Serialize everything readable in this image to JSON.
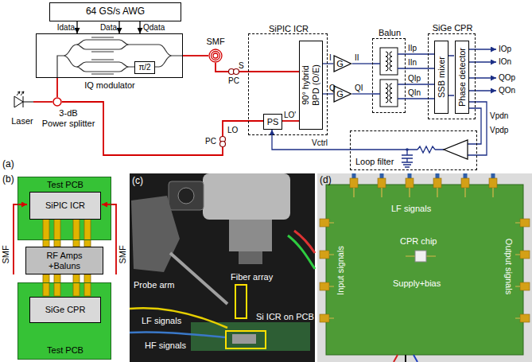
{
  "diagram": {
    "nodes": [
      {
        "text": [
          "64 GS/s AWG"
        ]
      },
      {
        "text": [
          "IQ modulator"
        ]
      },
      {
        "text": [
          "π/2"
        ],
        "in": 1
      },
      {
        "text": [
          "Laser"
        ]
      },
      {
        "text": [
          "3-dB",
          "Power splitter"
        ]
      },
      {
        "text": [
          "SMF"
        ]
      },
      {
        "text": [
          "SiPIC ICR"
        ]
      },
      {
        "text": [
          "PS"
        ],
        "in": 6
      },
      {
        "text": [
          "90° hybrid",
          "BPD (O/E)"
        ],
        "in": 6
      },
      {
        "text": [
          "G"
        ]
      },
      {
        "text": [
          "G"
        ]
      },
      {
        "text": [
          "Balun"
        ]
      },
      {
        "text": [
          "SiGe CPR"
        ]
      },
      {
        "text": [
          "SSB mixer"
        ],
        "in": 12
      },
      {
        "text": [
          "Phase detector"
        ],
        "in": 12
      },
      {
        "text": [
          "Loop filter"
        ]
      },
      {
        "text": [
          "Test PCB"
        ]
      },
      {
        "text": [
          "SiPIC ICR"
        ],
        "in": 16
      },
      {
        "text": [
          "RF Amps +Baluns"
        ]
      },
      {
        "text": [
          "Test PCB"
        ]
      },
      {
        "text": [
          "SiGe CPR"
        ],
        "in": 19
      }
    ],
    "edges": [
      {
        "from": 0,
        "to": 1,
        "label": "Idata",
        "arrow": "to"
      },
      {
        "from": 0,
        "to": 1,
        "label": "Data",
        "arrow": "to"
      },
      {
        "from": 0,
        "to": 1,
        "label": "Qdata",
        "arrow": "to"
      },
      {
        "from": 3,
        "to": 4,
        "arrow": "none"
      },
      {
        "from": 4,
        "to": 1,
        "arrow": "none"
      },
      {
        "from": 1,
        "to": 5,
        "arrow": "none"
      },
      {
        "from": 5,
        "to": 8,
        "label": "S",
        "arrow": "none"
      },
      {
        "from": 4,
        "to": 7,
        "label": "LO",
        "arrow": "none"
      },
      {
        "from": 7,
        "to": 8,
        "label": "LO'",
        "arrow": "none"
      },
      {
        "from": 8,
        "to": 9,
        "label": "I",
        "arrow": "none"
      },
      {
        "from": 8,
        "to": 10,
        "label": "Q",
        "arrow": "none"
      },
      {
        "from": 9,
        "to": 11,
        "label": "II",
        "arrow": "none"
      },
      {
        "from": 10,
        "to": 11,
        "label": "QI",
        "arrow": "none"
      },
      {
        "from": 11,
        "to": 13,
        "label": "IIp",
        "arrow": "none"
      },
      {
        "from": 11,
        "to": 13,
        "label": "IIn",
        "arrow": "none"
      },
      {
        "from": 11,
        "to": 13,
        "label": "QIp",
        "arrow": "none"
      },
      {
        "from": 11,
        "to": 13,
        "label": "QIn",
        "arrow": "none"
      },
      {
        "from": 14,
        "to": 15,
        "label": "Vpdn",
        "arrow": "none"
      },
      {
        "from": 14,
        "to": 15,
        "label": "Vpdp",
        "arrow": "none"
      },
      {
        "from": 15,
        "to": 7,
        "label": "Vctrl",
        "arrow": "to"
      }
    ],
    "labels": [
      "(a)",
      "PC",
      "PC",
      "IOp",
      "IOn",
      "QOp",
      "QOn",
      "(b)",
      "SMF",
      "SMF",
      "(c)",
      "Probe arm",
      "Fiber array",
      "LF signals",
      "HF signals",
      "Si ICR on PCB",
      "(d)",
      "LF signals",
      "Output signals",
      "Input signals",
      "CPR chip",
      "Supply+bias"
    ]
  }
}
